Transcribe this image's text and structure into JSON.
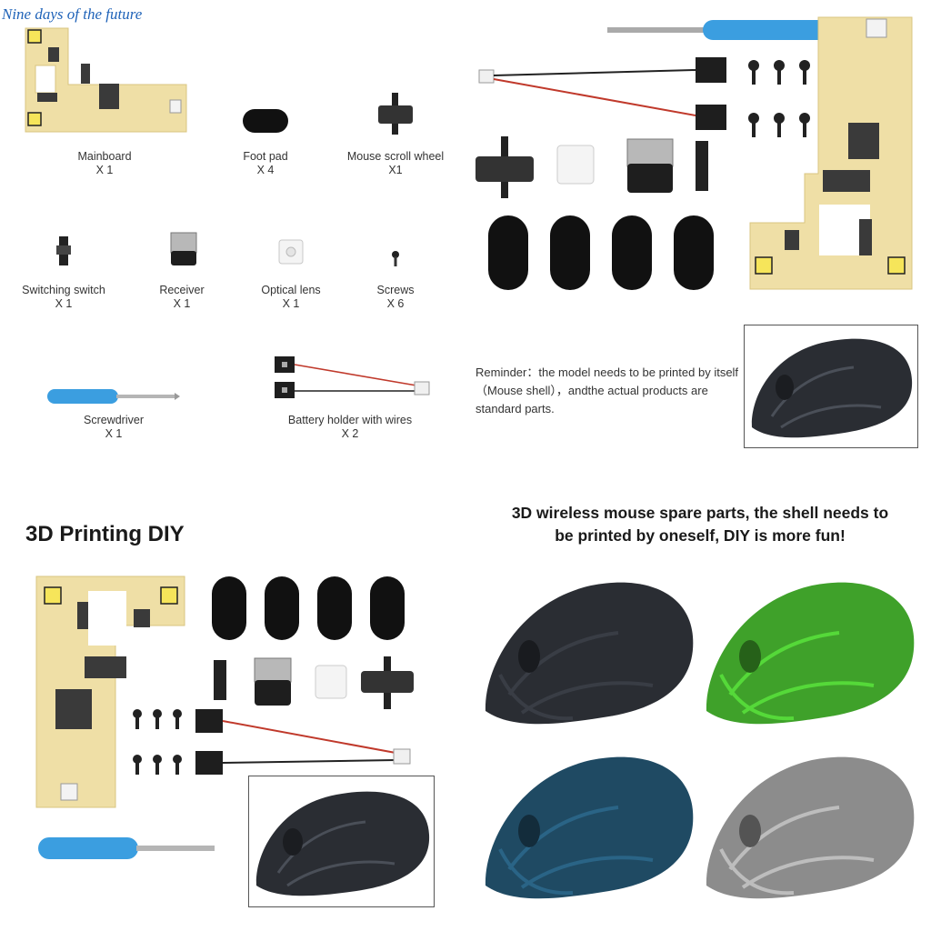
{
  "watermark": "Nine days of the future",
  "parts": [
    {
      "name": "Mainboard",
      "qty": "X 1"
    },
    {
      "name": "Foot pad",
      "qty": "X 4"
    },
    {
      "name": "Mouse scroll wheel",
      "qty": "X1"
    },
    {
      "name": "Switching switch",
      "qty": "X 1"
    },
    {
      "name": "Receiver",
      "qty": "X 1"
    },
    {
      "name": "Optical lens",
      "qty": "X 1"
    },
    {
      "name": "Screws",
      "qty": "X 6"
    },
    {
      "name": "Screwdriver",
      "qty": "X 1"
    },
    {
      "name": "Battery holder with wires",
      "qty": "X 2"
    }
  ],
  "reminder": "Reminder：the model needs to be printed by itself（Mouse shell），andthe actual products are standard parts.",
  "diy_title": "3D Printing DIY",
  "spare_title_line1": "3D wireless mouse spare parts, the shell needs to",
  "spare_title_line2": "be printed by oneself, DIY is more fun!",
  "mouse_colors": [
    "#2a2d33",
    "#3fa12a",
    "#1f4a63",
    "#8c8c8c"
  ],
  "accent_color": "#2a8fd6"
}
